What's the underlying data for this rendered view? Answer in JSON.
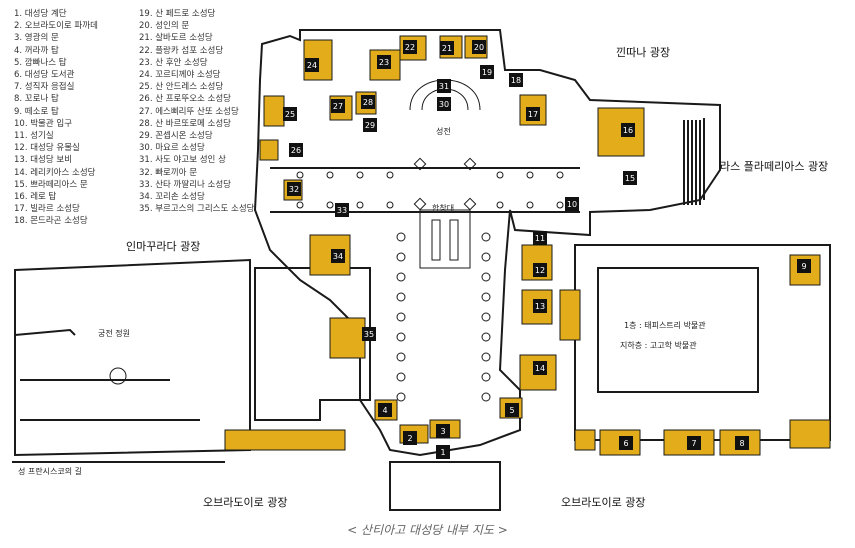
{
  "legend": [
    "1. 대성당 계단",
    "2. 오브라도이로 파까데",
    "3. 영광의 문",
    "4. 꺼라까 탑",
    "5. 깜빠나스 탑",
    "6. 대성당 도서관",
    "7. 성직자 응접실",
    "8. 꼬로나 탑",
    "9. 떼소로 탑",
    "10. 박물관 입구",
    "11. 성기실",
    "12. 대성당 유물실",
    "13. 대성당 보비",
    "14. 레리키아스 소성당",
    "15. 쁘라떼리아스 문",
    "16. 레로 탑",
    "17. 빌라르 소성당",
    "18. 몬드라곤 소성당",
    "19. 산 페드로 소성당",
    "20. 성인의 문",
    "21. 살바도르 소성당",
    "22. 플랑카 섬포 소성당",
    "23. 산 후안 소성당",
    "24. 꼬르티께야 소성당",
    "25. 산 안드레스 소성당",
    "26. 산 프로뚜오소 소성당",
    "27. 에스삐리뚜 산또 소성당",
    "28. 산 바르또로메 소성당",
    "29. 꼰셉시온 소성당",
    "30. 마요르 소성당",
    "31. 사도 야고보 성인 상",
    "32. 빠로끼아 문",
    "33. 산타 까딸리나 소성당",
    "34. 꼬리손 소성당",
    "35. 부르고스의 그리스도 소성당"
  ],
  "plazas": {
    "quintana": "낀따나 광장",
    "platerias": "라스 플라떼리아스 광장",
    "inmaculada": "인마꾸라다 광장",
    "obradoiro_left": "오브라도이로 광장",
    "obradoiro_right": "오브라도이로 광장"
  },
  "labels": {
    "garden": "궁전 정원",
    "street": "성 프란시스코의 길",
    "choir": "합창대",
    "sanctuary": "성전",
    "museum_floor": "1층 : 태피스트리 박물관",
    "museum_basement": "지하층 : 고고학 박물관"
  },
  "caption": "< 산티아고 대성당 내부 지도 >",
  "numbers": [
    "1",
    "2",
    "3",
    "4",
    "5",
    "6",
    "7",
    "8",
    "9",
    "10",
    "11",
    "12",
    "13",
    "14",
    "15",
    "16",
    "17",
    "18",
    "19",
    "20",
    "21",
    "22",
    "23",
    "24",
    "25",
    "26",
    "27",
    "28",
    "29",
    "30",
    "31",
    "32",
    "33",
    "34",
    "35"
  ],
  "colors": {
    "fill": "#e3ac1a",
    "wall": "#1a1a1a",
    "marker": "#111111"
  }
}
